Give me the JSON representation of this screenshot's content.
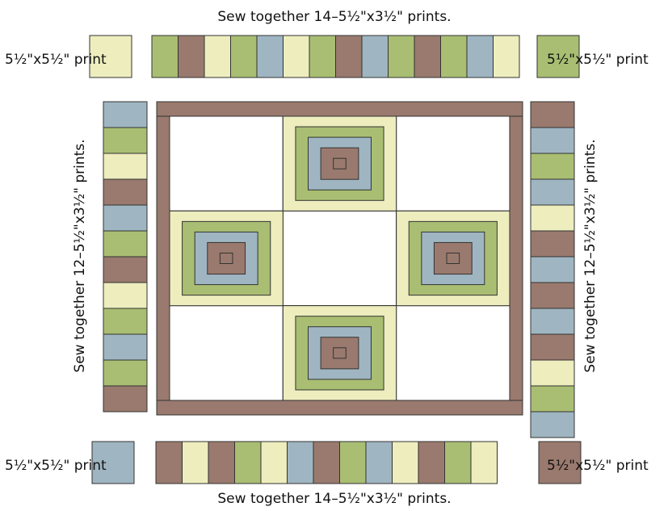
{
  "colors": {
    "brown": "#9a7a6e",
    "green": "#a9be72",
    "cream": "#ededbe",
    "blue": "#9fb6c2",
    "white": "#ffffff",
    "outline": "#333333"
  },
  "labels": {
    "top_strip": "Sew together 14–5½\"x3½\" prints.",
    "bottom_strip": "Sew together 14–5½\"x3½\" prints.",
    "left_strip": "Sew together 12–5½\"x3½\" prints.",
    "right_strip": "Sew together 12–5½\"x3½\" prints.",
    "corner_top_left": "5½\"x5½\" print",
    "corner_top_right": "5½\"x5½\" print",
    "corner_bottom_left": "5½\"x5½\" print",
    "corner_bottom_right": "5½\"x5½\" print"
  },
  "corner_squares": {
    "top_left": "cream",
    "top_right": "green",
    "bottom_left": "blue",
    "bottom_right": "brown"
  },
  "strips": {
    "top": [
      "green",
      "brown",
      "cream",
      "green",
      "blue",
      "cream",
      "green",
      "brown",
      "blue",
      "green",
      "brown",
      "green",
      "blue",
      "cream"
    ],
    "bottom": [
      "brown",
      "cream",
      "brown",
      "green",
      "cream",
      "blue",
      "brown",
      "green",
      "blue",
      "cream",
      "brown",
      "green",
      "cream"
    ],
    "left": [
      "blue",
      "green",
      "cream",
      "brown",
      "blue",
      "green",
      "brown",
      "cream",
      "green",
      "blue",
      "green",
      "brown"
    ],
    "right": [
      "brown",
      "blue",
      "green",
      "blue",
      "cream",
      "brown",
      "blue",
      "brown",
      "blue",
      "brown",
      "cream",
      "green",
      "blue"
    ]
  },
  "quilt_center": {
    "border_color": "brown",
    "block_colors": {
      "top": [
        "cream",
        "green",
        "blue",
        "brown"
      ],
      "left": [
        "cream",
        "green",
        "blue",
        "brown"
      ],
      "right": [
        "cream",
        "green",
        "blue",
        "brown"
      ],
      "bottom": [
        "cream",
        "green",
        "blue",
        "brown"
      ]
    }
  }
}
